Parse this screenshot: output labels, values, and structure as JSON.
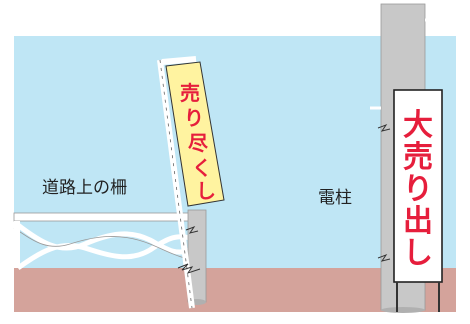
{
  "labels": {
    "railing": "道路上の柵",
    "pole": "電柱"
  },
  "nobori_flag": {
    "text": [
      "売",
      "り",
      "尽",
      "く",
      "し"
    ]
  },
  "standing_sign": {
    "text": [
      "大",
      "売",
      "り",
      "出",
      "し"
    ]
  },
  "colors": {
    "sky": "#bfe6f5",
    "ground": "#d4a39b",
    "pole": "#c8c8c8",
    "flag_bg": "#fff3a0",
    "sign_bg": "#ffffff",
    "text_red": "#e61e3c",
    "outline": "#222222"
  }
}
